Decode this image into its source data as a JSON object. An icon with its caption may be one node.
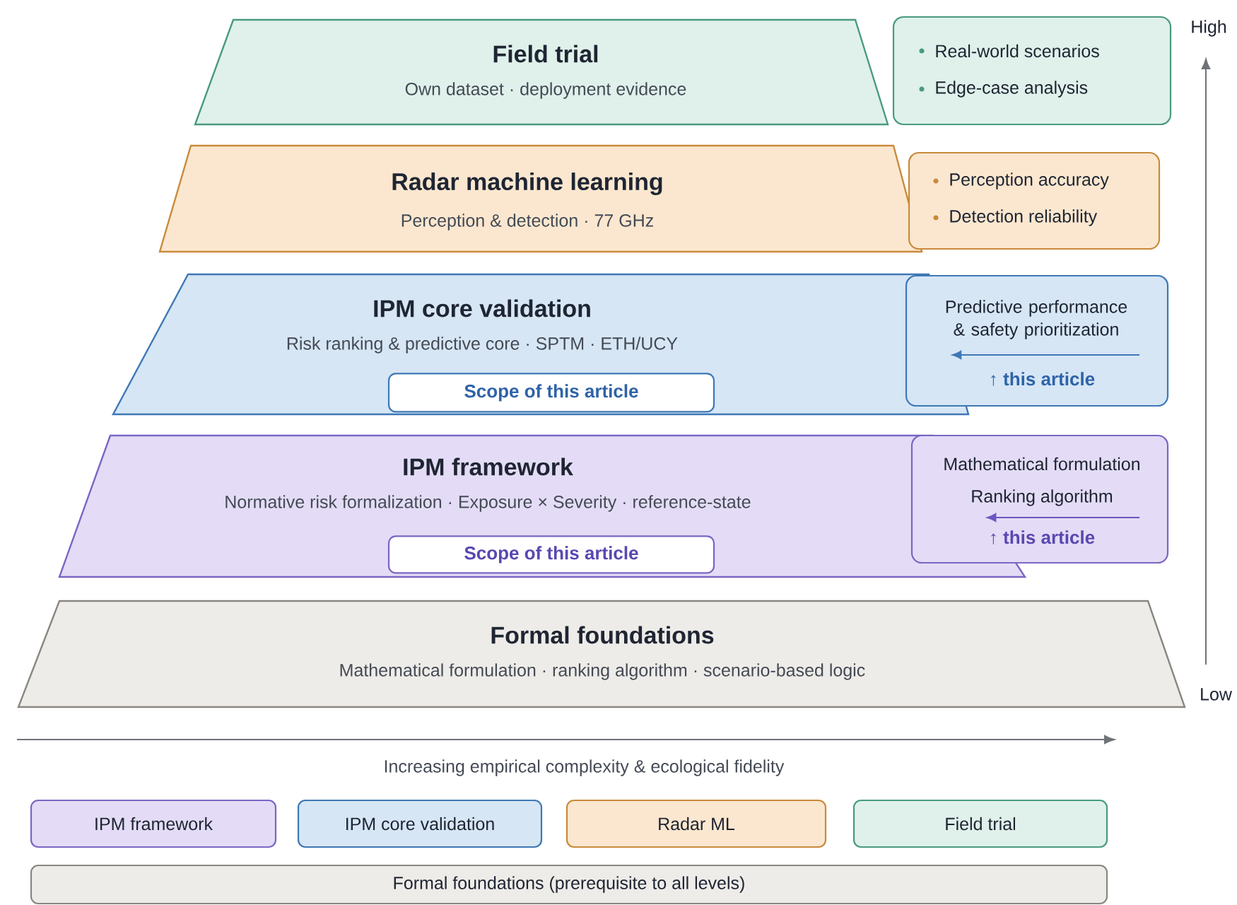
{
  "diagram": {
    "nodes": [
      {
        "text": [
          "Field trial",
          "Own dataset · deployment evidence"
        ]
      },
      {
        "text": [
          "Real-world scenarios",
          "Edge-case analysis"
        ]
      },
      {
        "text": [
          "Radar machine learning",
          "Perception & detection · 77 GHz"
        ]
      },
      {
        "text": [
          "Perception accuracy",
          "Detection reliability"
        ]
      },
      {
        "text": [
          "IPM core validation",
          "Risk ranking & predictive core · SPTM · ETH/UCY"
        ]
      },
      {
        "text": [
          "Scope of this article"
        ],
        "in": 4
      },
      {
        "text": [
          "Predictive performance & safety prioritization",
          "↑ this article"
        ]
      },
      {
        "text": [
          "IPM framework",
          "Normative risk formalization · Exposure × Severity · reference-state"
        ]
      },
      {
        "text": [
          "Scope of this article"
        ],
        "in": 7
      },
      {
        "text": [
          "Mathematical formulation",
          "Ranking algorithm",
          "↑ this article"
        ]
      },
      {
        "text": [
          "Formal foundations",
          "Mathematical formulation · ranking algorithm · scenario-based logic"
        ]
      },
      {
        "text": [
          "IPM framework"
        ]
      },
      {
        "text": [
          "IPM core validation"
        ]
      },
      {
        "text": [
          "Radar ML"
        ]
      },
      {
        "text": [
          "Field trial"
        ]
      },
      {
        "text": [
          "Formal foundations (prerequisite to all levels)"
        ]
      }
    ],
    "edges": [
      {
        "from": 6,
        "to": 4,
        "arrow": "to",
        "color": "#3f78b5"
      },
      {
        "from": 9,
        "to": 7,
        "arrow": "to",
        "color": "#6a56c0"
      }
    ],
    "labels": [
      "High",
      "Low",
      "Increasing empirical complexity & ecological fidelity"
    ]
  }
}
